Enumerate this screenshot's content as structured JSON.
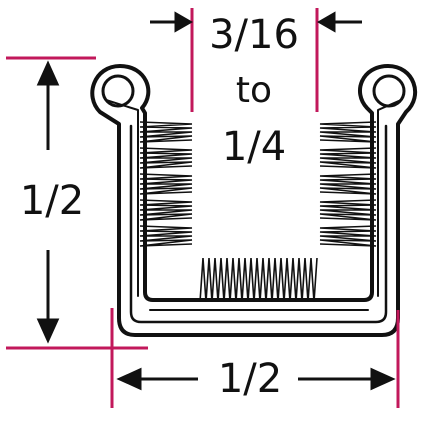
{
  "labels": {
    "top_width_line1": "3/16",
    "top_width_line2": "to",
    "top_width_line3": "1/4",
    "height": "1/2",
    "bottom_width": "1/2"
  },
  "colors": {
    "outline": "#111111",
    "dimension_line": "#c2185b",
    "background": "#ffffff"
  }
}
